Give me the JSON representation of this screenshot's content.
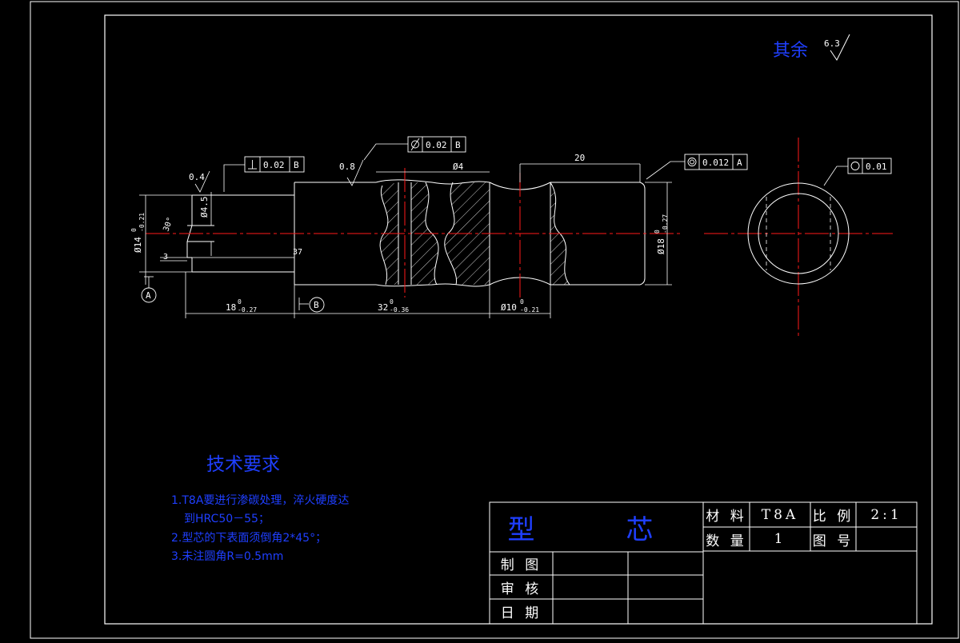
{
  "drawing": {
    "surface_note_prefix": "其余",
    "surface_note_value": "6.3",
    "tech_title": "技术要求",
    "requirements": [
      "1.T8A要进行渗碳处理，淬火硬度达",
      "到HRC50－55；",
      "2.型芯的下表面须倒角2*45°；",
      "3.未注圆角R=0.5mm"
    ],
    "title_block": {
      "part_name": "型　芯",
      "material_label": "材 料",
      "material_value": "T8A",
      "scale_label": "比 例",
      "scale_value": "2:1",
      "qty_label": "数 量",
      "qty_value": "1",
      "drawing_no_label": "图 号",
      "drawn_label": "制 图",
      "checked_label": "审 核",
      "date_label": "日 期"
    },
    "dims": {
      "d20": "20",
      "d4": "Ø4",
      "d45": "Ø4.5",
      "angle": "30°",
      "d3": "3",
      "d37": "37",
      "rough04": "0.4",
      "rough08": "0.8",
      "d14": "Ø14",
      "d14_tol_up": "0",
      "d14_tol_low": "-0.21",
      "d18": "Ø18",
      "d18_tol_up": "0",
      "d18_tol_low": "-0.27",
      "l18": "18",
      "l18_tol_up": "0",
      "l18_tol_low": "-0.27",
      "l32": "32",
      "l32_tol_up": "0",
      "l32_tol_low": "-0.36",
      "d10": "Ø10",
      "d10_tol_up": "0",
      "d10_tol_low": "-0.21",
      "datum_a": "A",
      "datum_b": "B",
      "gt_perp_value": "0.02",
      "gt_perp_ref": "B",
      "gt_cyl_value": "0.02",
      "gt_cyl_ref": "B",
      "gt_coax_value": "0.012",
      "gt_coax_ref": "A",
      "gt_round_value": "0.01"
    }
  }
}
